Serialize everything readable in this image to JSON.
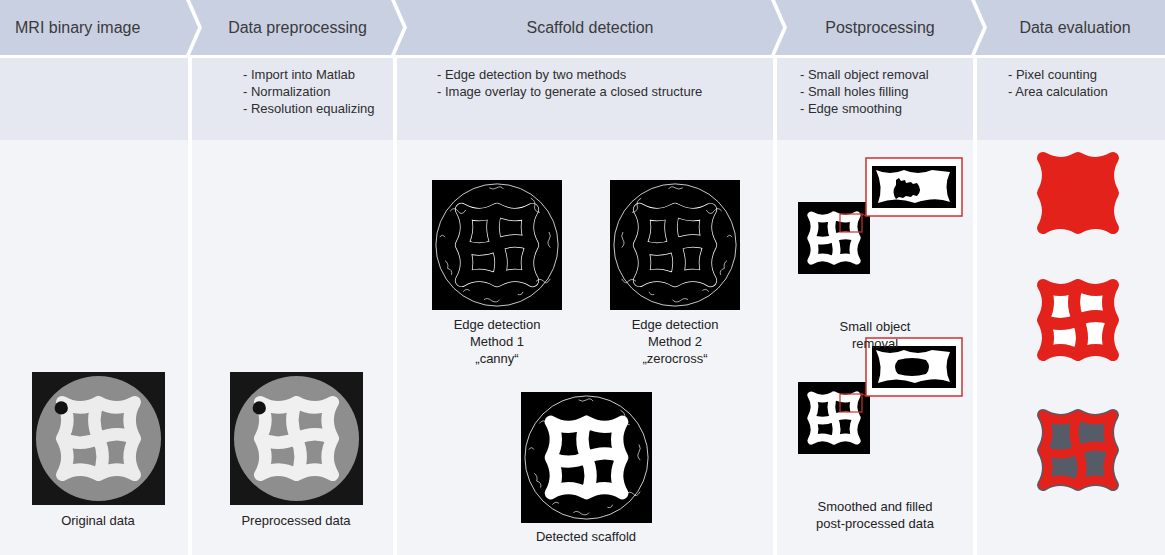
{
  "diagram": {
    "nodes": [
      {
        "text": [
          "MRI binary image"
        ]
      },
      {
        "text": [
          "Data preprocessing",
          "- Import into Matlab",
          "- Normalization",
          "- Resolution equalizing"
        ]
      },
      {
        "text": [
          "Scaffold detection",
          "- Edge detection by two methods",
          "- Image overlay to generate a closed structure"
        ]
      },
      {
        "text": [
          "Postprocessing",
          "- Small object removal",
          "- Small holes filling",
          "- Edge smoothing"
        ]
      },
      {
        "text": [
          "Data evaluation",
          "- Pixel counting",
          "- Area calculation"
        ]
      }
    ],
    "labels": [
      "Original data",
      "Preprocessed data",
      "Edge detection Method 1 „canny“",
      "Edge detection Method 2 „zerocross“",
      "Detected scaffold",
      "Small object removal",
      "Smoothed and filled post-processed data"
    ]
  }
}
